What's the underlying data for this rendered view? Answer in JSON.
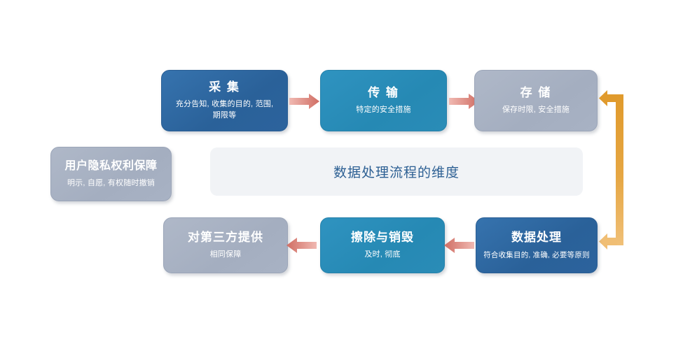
{
  "diagram": {
    "title_panel": {
      "label": "数据处理流程的维度"
    },
    "side_box": {
      "title": "用户隐私权利保障",
      "subtitle": "明示, 自愿, 有权随时撤销",
      "style": "gray"
    },
    "top_row": [
      {
        "title": "采 集",
        "subtitle": "充分告知, 收集的目的, 范围,\n期限等",
        "subtitle_line1": "充分告知, 收集的目的, 范围,",
        "subtitle_line2": "期限等",
        "style": "dark-blue"
      },
      {
        "title": "传 输",
        "subtitle": "特定的安全措施",
        "style": "teal"
      },
      {
        "title": "存 储",
        "subtitle": "保存时限, 安全措施",
        "style": "gray"
      }
    ],
    "bottom_row": [
      {
        "title": "对第三方提供",
        "subtitle": "相同保障",
        "style": "gray"
      },
      {
        "title": "擦除与销毁",
        "subtitle": "及时, 彻底",
        "style": "teal"
      },
      {
        "title": "数据处理",
        "subtitle": "符合收集目的, 准确, 必要等原则",
        "style": "dark-blue"
      }
    ],
    "connectors": {
      "top_arrow_1": "arrow-right-icon",
      "top_arrow_2": "arrow-right-icon",
      "bottom_arrow_1": "arrow-left-icon",
      "bottom_arrow_2": "arrow-left-icon",
      "return_path": "double-arrow-bracket-icon"
    },
    "colors": {
      "dark_blue": "#2E6DA8",
      "teal": "#2B8CB8",
      "gray_blue": "#A8B2C4",
      "panel_bg": "#F1F3F6",
      "panel_text": "#2C5F93",
      "arrow_salmon": "#D9736B",
      "arrow_orange": "#E8A13A",
      "background": "#FFFFFF"
    }
  }
}
